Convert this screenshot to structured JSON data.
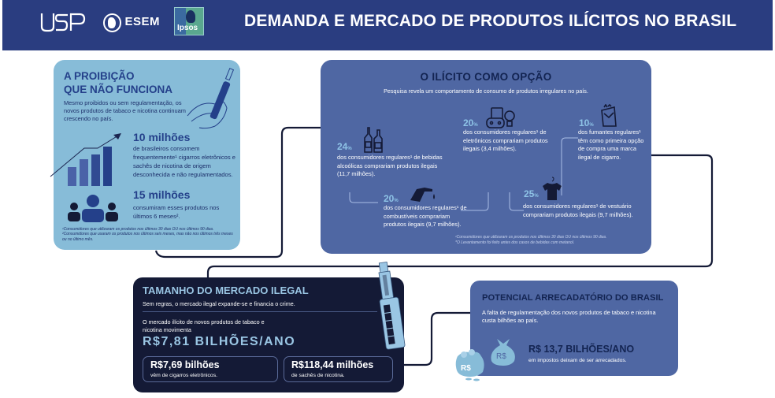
{
  "header": {
    "title": "DEMANDA E MERCADO DE PRODUTOS ILÍCITOS NO BRASIL",
    "logos": [
      {
        "name": "USP",
        "icon": "usp-logo"
      },
      {
        "name": "ESEM",
        "icon": "esem-logo"
      },
      {
        "name": "Ipsos",
        "icon": "ipsos-logo"
      }
    ],
    "background_color": "#2a3d80"
  },
  "proibicao": {
    "title_line1": "A PROIBIÇÃO",
    "title_line2": "QUE NÃO FUNCIONA",
    "description": "Mesmo proibidos ou sem regulamentação, os novos produtos de tabaco e nicotina continuam crescendo no país.",
    "stat1": {
      "value": "10 milhões",
      "description": "de brasileiros consomem frequentemente¹ cigarros eletrônicos e sachês de nicotina de origem desconhecida e não regulamentados."
    },
    "stat2": {
      "value": "15 milhões",
      "description": "consumiram esses produtos nos últimos 6 meses²."
    },
    "footnote1": "¹Consumidores que utilizaram os produtos nos últimos 30 dias OU nos últimos 90 dias.",
    "footnote2": "²Consumidores que usaram os produtos nos últimos seis meses, mas não nos últimos três meses ou no último mês.",
    "color": "#87bcd8"
  },
  "ilicito": {
    "title": "O ILÍCITO COMO OPÇÃO",
    "subtitle": "Pesquisa revela um comportamento de consumo de produtos irregulares no país.",
    "items": [
      {
        "percent": "24",
        "unit": "%",
        "icon": "bottles-icon",
        "description": "dos consumidores regulares¹ de bebidas alcoólicas comprariam produtos ilegais (11,7 milhões)."
      },
      {
        "percent": "20",
        "unit": "%",
        "icon": "fuel-nozzle-icon",
        "description": "dos consumidores regulares¹ de combustíveis comprariam produtos ilegais (9,7 milhões)."
      },
      {
        "percent": "20",
        "unit": "%",
        "icon": "electronics-icon",
        "description": "dos consumidores regulares¹ de eletrônicos comprariam produtos ilegais (3,4 milhões)."
      },
      {
        "percent": "25",
        "unit": "%",
        "icon": "tshirt-icon",
        "description": "dos consumidores regulares¹ de vestuário comprariam produtos ilegais (9,7 milhões)."
      },
      {
        "percent": "10",
        "unit": "%",
        "icon": "cigarette-pack-icon",
        "description": "dos fumantes regulares¹ têm como primeira opção de compra uma marca ilegal de cigarro."
      }
    ],
    "footnote1": "¹Consumidores que utilizaram os produtos nos últimos 30 dias OU nos últimos 90 dias.",
    "footnote2": "*O Levantamento foi feito antes dos casos de bebidas com metanol.",
    "color": "#4f67a3"
  },
  "mercado": {
    "title": "TAMANHO DO MERCADO ILEGAL",
    "subtitle": "Sem regras, o mercado ilegal expande-se e financia o crime.",
    "description": "O mercado ilícito de novos produtos de tabaco e nicotina movimenta",
    "total": "R$7,81 BILHÕES/ANO",
    "breakdown": [
      {
        "value": "R$7,69 bilhões",
        "description": "vêm de cigarros eletrônicos."
      },
      {
        "value": "R$118,44 milhões",
        "description": "de sachês de nicotina."
      }
    ],
    "color": "#141a36"
  },
  "potencial": {
    "title": "POTENCIAL ARRECADATÓRIO DO BRASIL",
    "description": "A falta de regulamentação dos novos produtos de tabaco e nicotina custa bilhões ao país.",
    "value": "R$ 13,7 BILHÕES/ANO",
    "value_desc": "em impostos deixam de ser arrecadados.",
    "bag_label": "R$",
    "color": "#4f67a3"
  }
}
